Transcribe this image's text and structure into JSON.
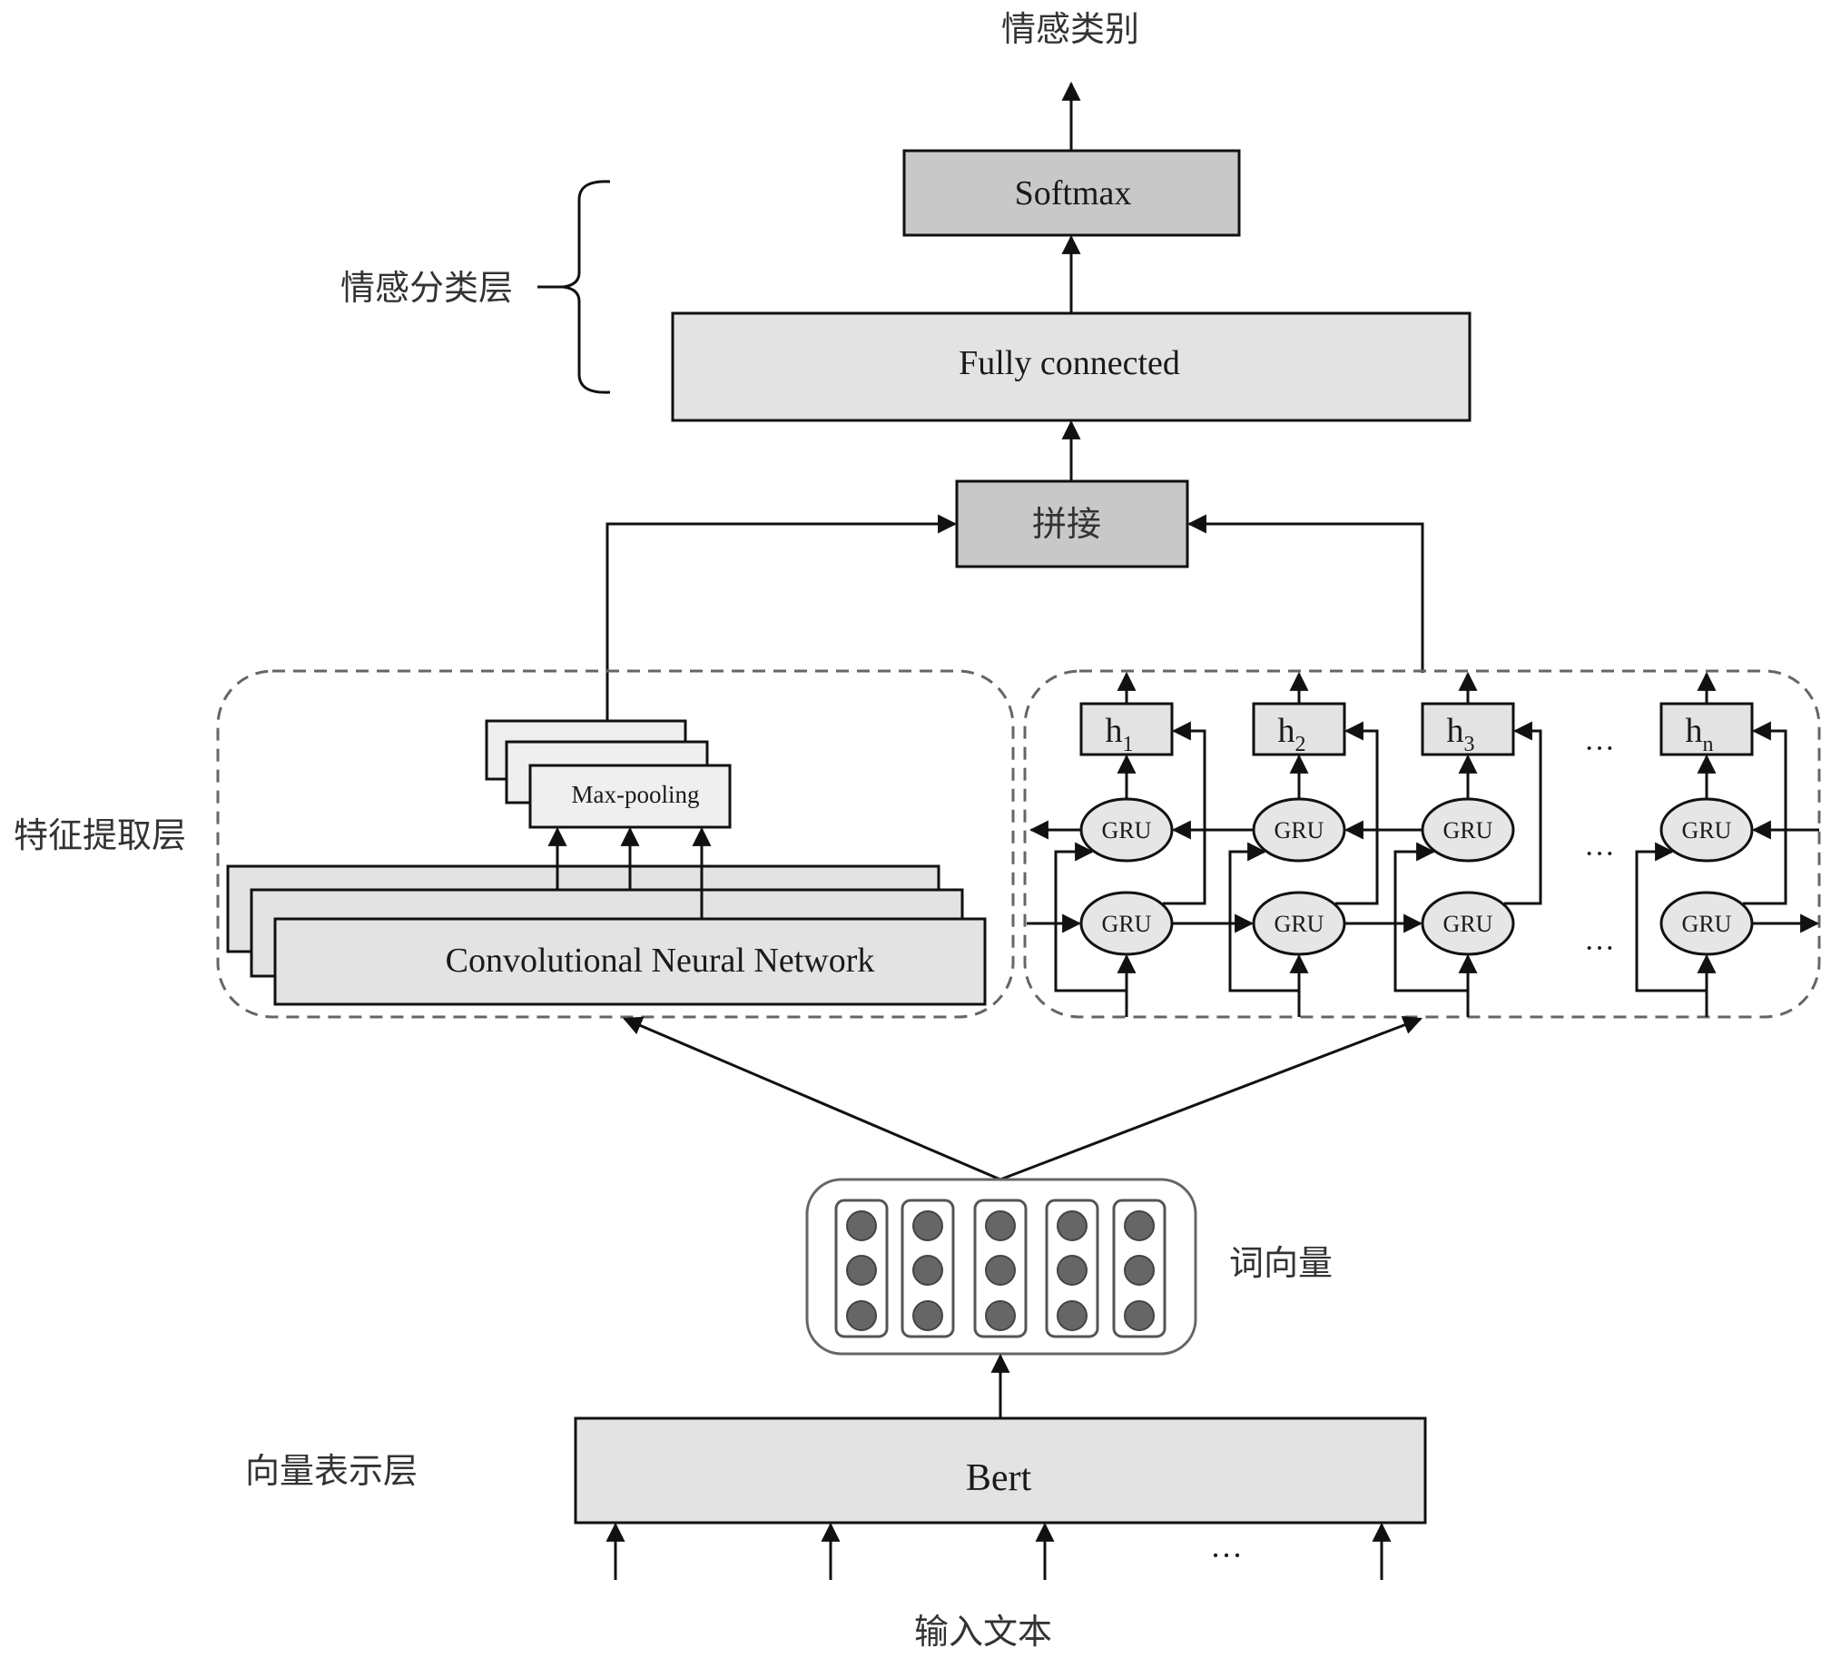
{
  "title": "情感类别",
  "layers": {
    "classification": "情感分类层",
    "feature_extraction": "特征提取层",
    "vector_representation": "向量表示层"
  },
  "blocks": {
    "softmax": "Softmax",
    "fully_connected": "Fully connected",
    "concat": "拼接",
    "max_pooling": "Max-pooling",
    "cnn": "Convolutional Neural Network",
    "bert": "Bert"
  },
  "rnn": {
    "cell_label": "GRU",
    "hidden_states": [
      {
        "base": "h",
        "sub": "1"
      },
      {
        "base": "h",
        "sub": "2"
      },
      {
        "base": "h",
        "sub": "3"
      },
      {
        "base": "h",
        "sub": "n"
      }
    ],
    "ellipsis": "···"
  },
  "embedding": {
    "label": "词向量",
    "columns": 5,
    "units_per_column": 3
  },
  "input": {
    "label": "输入文本",
    "ellipsis": "···"
  },
  "colors": {
    "dark_box": "#c8c8c8",
    "light_box": "#e3e3e3",
    "lighter_box": "#efefef",
    "node_fill": "#666666",
    "stroke": "#111111",
    "dash": "#666666"
  }
}
